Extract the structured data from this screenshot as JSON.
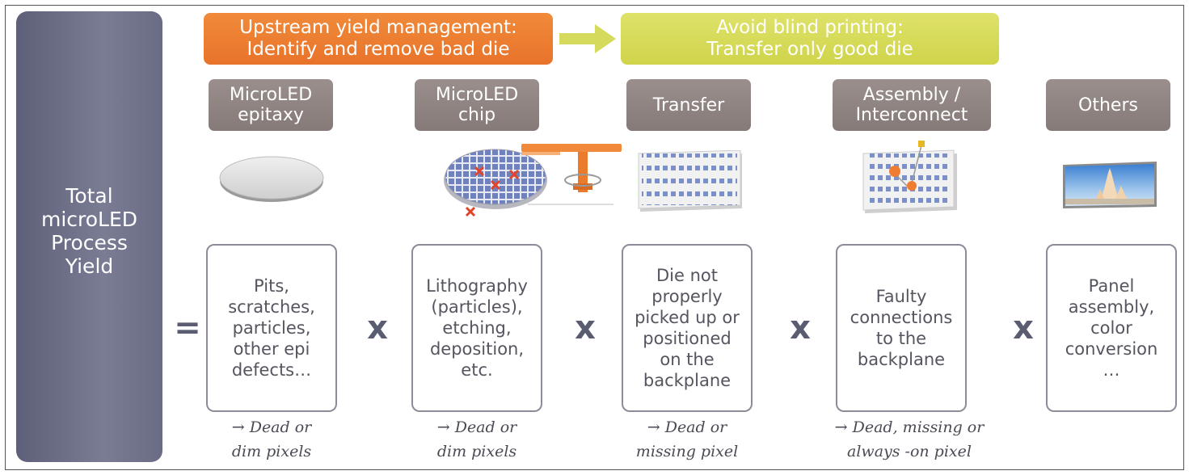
{
  "total": {
    "label": "Total\nmicroLED\nProcess\nYield"
  },
  "banners": {
    "upstream": "Upstream yield management:\nIdentify and remove bad die",
    "avoid": "Avoid blind printing:\nTransfer only good die"
  },
  "stages": [
    {
      "label": "MicroLED\nepitaxy"
    },
    {
      "label": "MicroLED\nchip"
    },
    {
      "label": "Transfer"
    },
    {
      "label": "Assembly /\nInterconnect"
    },
    {
      "label": "Others"
    }
  ],
  "defects": [
    "Pits,\nscratches,\nparticles,\nother epi\ndefects…",
    "Lithography\n(particles),\netching,\ndeposition,\netc.",
    "Die not\nproperly\npicked up or\npositioned\non the\nbackplane",
    "Faulty\nconnections\nto the\nbackplane",
    "Panel\nassembly,\ncolor\nconversion\n…"
  ],
  "results": [
    "→ Dead or\ndim pixels",
    "→ Dead or\ndim pixels",
    "→ Dead or\nmissing pixel",
    "→ Dead, missing or\nalways -on pixel"
  ],
  "operators": {
    "equals": "=",
    "times": "x"
  },
  "colors": {
    "total_bg": "#6b6c85",
    "banner_orange": "#ec7d31",
    "banner_green": "#d4d84f",
    "stage_bg": "#8f8481",
    "defect_mark": "#e0442a",
    "chip_blue": "#6f82c0"
  },
  "icons": [
    "wafer-icon",
    "patterned-wafer-icon",
    "pick-tool-icon",
    "backplane-grid-icon",
    "backplane-connections-icon",
    "display-panel-icon",
    "arrow-right-icon"
  ]
}
